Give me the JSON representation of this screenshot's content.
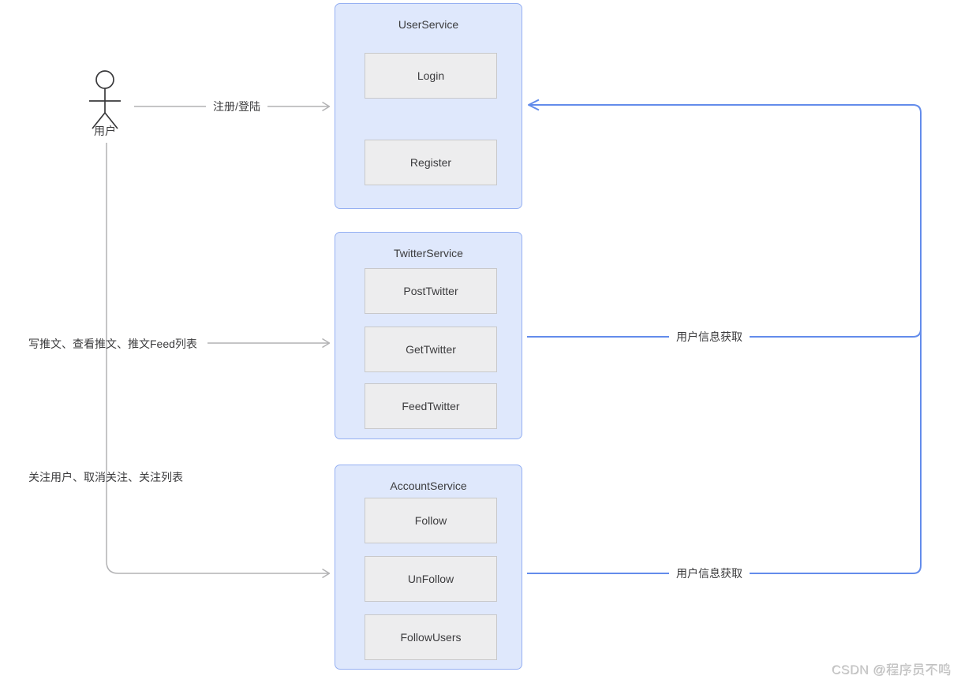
{
  "diagram": {
    "actor": {
      "label": "用户"
    },
    "services": [
      {
        "title": "UserService",
        "methods": [
          "Login",
          "Register"
        ]
      },
      {
        "title": "TwitterService",
        "methods": [
          "PostTwitter",
          "GetTwitter",
          "FeedTwitter"
        ]
      },
      {
        "title": "AccountService",
        "methods": [
          "Follow",
          "UnFollow",
          "FollowUsers"
        ]
      }
    ],
    "edge_labels": {
      "register_login": "注册/登陆",
      "tweet_ops": "写推文、查看推文、推文Feed列表",
      "follow_ops": "关注用户、取消关注、关注列表",
      "user_info_top": "用户信息获取",
      "user_info_bottom": "用户信息获取"
    },
    "colors": {
      "service_fill": "#dfe8fc",
      "service_border": "#94aff2",
      "method_fill": "#ededee",
      "method_border": "#c8c8ca",
      "gray_edge": "#b2b2b4",
      "blue_edge": "#638ceb",
      "text": "#3b3b3d"
    }
  },
  "watermark": {
    "text": "CSDN @程序员不鸣"
  }
}
